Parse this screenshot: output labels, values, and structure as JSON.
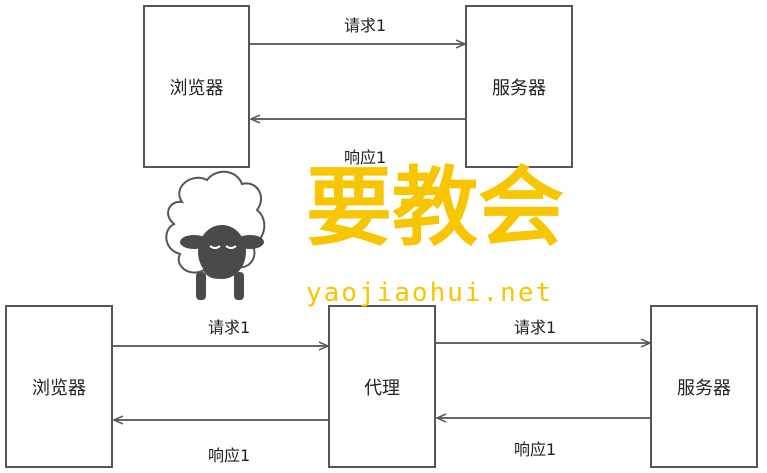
{
  "top": {
    "browser": "浏览器",
    "server": "服务器",
    "request": "请求1",
    "response": "响应1"
  },
  "bottom": {
    "browser": "浏览器",
    "proxy": "代理",
    "server": "服务器",
    "request_left": "请求1",
    "response_left": "响应1",
    "request_right": "请求1",
    "response_right": "响应1"
  },
  "watermark": {
    "title": "要教会",
    "url": "yaojiaohui.net",
    "mascot": "sheep-icon"
  },
  "colors": {
    "line": "#555555",
    "brand": "#f7c600"
  }
}
